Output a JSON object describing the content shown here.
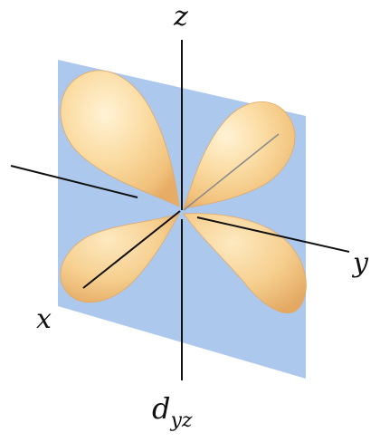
{
  "diagram": {
    "axes": {
      "z": "z",
      "y": "y",
      "x": "x"
    },
    "caption": {
      "main": "d",
      "subscript": "yz"
    },
    "colors": {
      "plane": "#a9c5ec",
      "lobe_light": "#fde6b6",
      "lobe_mid": "#f7cd88",
      "lobe_dark": "#e9b06a",
      "axis": "#111111"
    }
  }
}
